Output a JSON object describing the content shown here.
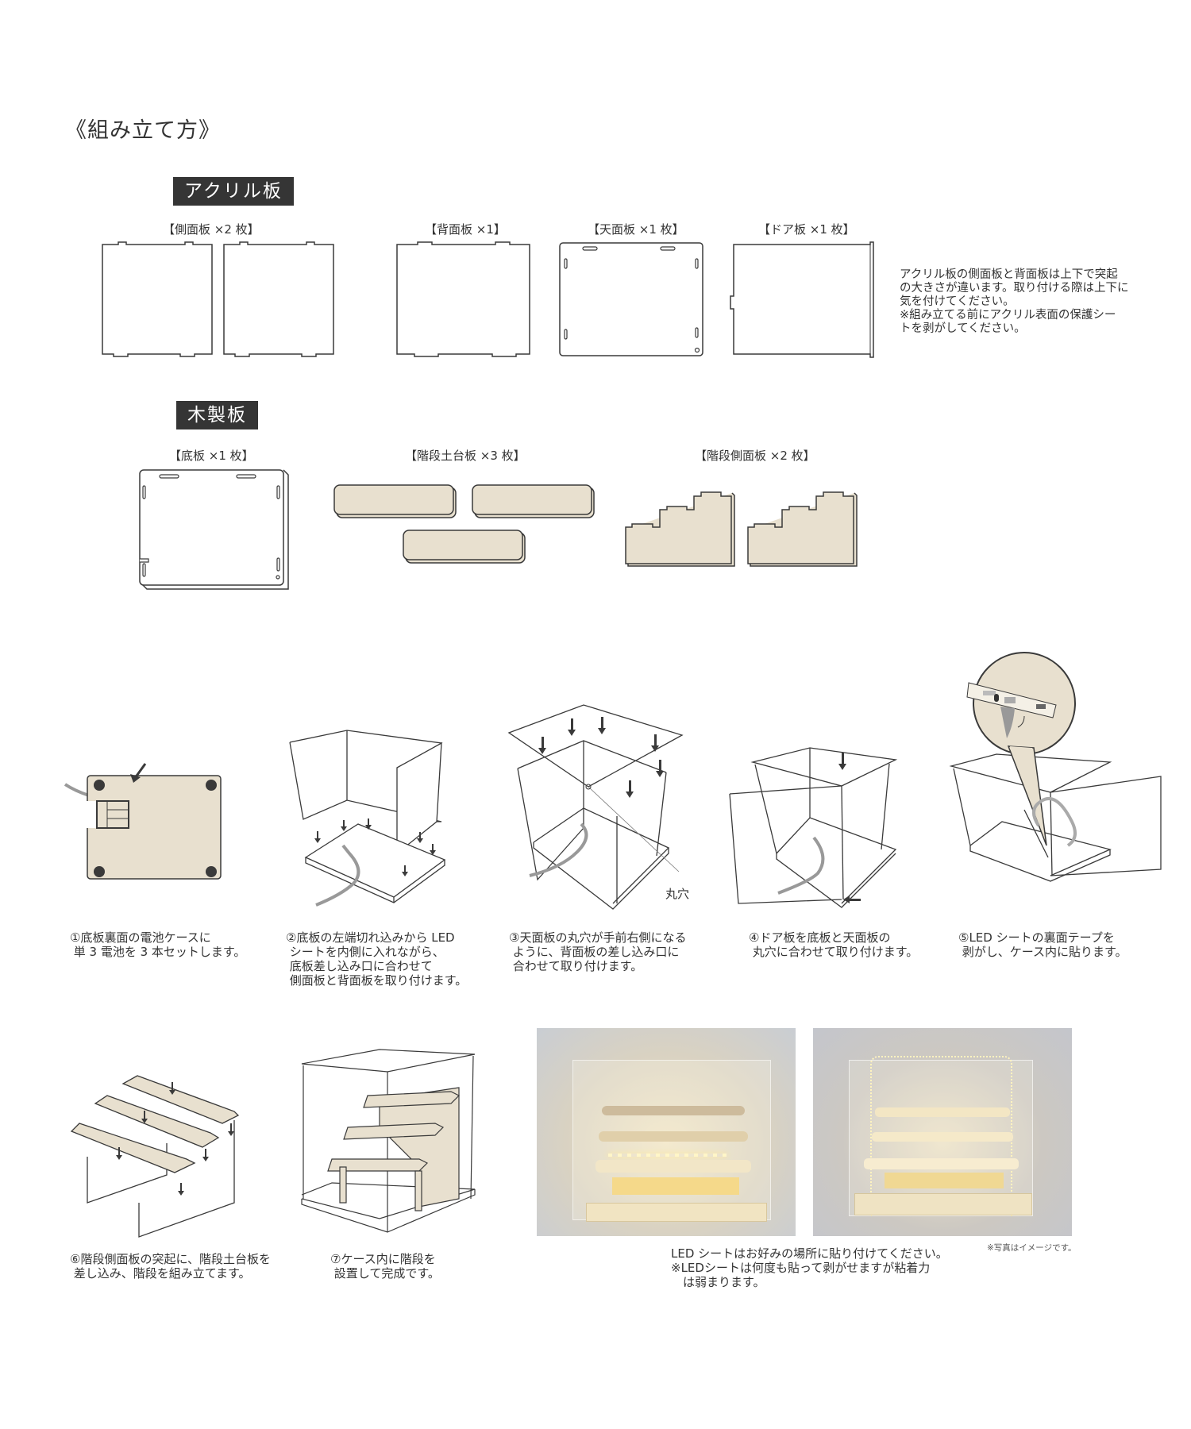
{
  "page": {
    "title": "《組み立て方》"
  },
  "acrylic": {
    "section_label": "アクリル板",
    "parts": [
      {
        "label": "【側面板 ×2 枚】"
      },
      {
        "label": "【背面板 ×1】"
      },
      {
        "label": "【天面板 ×1 枚】"
      },
      {
        "label": "【ドア板 ×1 枚】"
      }
    ],
    "note_lines": [
      "アクリル板の側面板と背面板は上下で突起",
      "の大きさが違います。取り付ける際は上下に",
      "気を付けてください。",
      "※組み立てる前にアクリル表面の保護シー",
      "トを剥がしてください。"
    ]
  },
  "wood": {
    "section_label": "木製板",
    "parts": [
      {
        "label": "【底板 ×1 枚】"
      },
      {
        "label": "【階段土台板 ×3 枚】"
      },
      {
        "label": "【階段側面板 ×2 枚】"
      }
    ]
  },
  "steps": [
    {
      "number": "①",
      "text": "底板裏面の電池ケースに\n 単 3 電池を 3 本セットします。"
    },
    {
      "number": "②",
      "text": "底板の左端切れ込みから LED\n シートを内側に入れながら、\n 底板差し込み口に合わせて\n 側面板と背面板を取り付けます。"
    },
    {
      "number": "③",
      "text": "天面板の丸穴が手前右側になる\n ように、背面板の差し込み口に\n 合わせて取り付けます。",
      "callout": "丸穴"
    },
    {
      "number": "④",
      "text": "ドア板を底板と天面板の\n 丸穴に合わせて取り付けます。"
    },
    {
      "number": "⑤",
      "text": "LED シートの裏面テープを\n 剥がし、ケース内に貼ります。"
    },
    {
      "number": "⑥",
      "text": "階段側面板の突起に、階段土台板を\n 差し込み、階段を組み立てます。"
    },
    {
      "number": "⑦",
      "text": "ケース内に階段を\n 設置して完成です。"
    }
  ],
  "photos": {
    "caption_lines": [
      "LED シートはお好みの場所に貼り付けてください。",
      "※LEDシートは何度も貼って剥がせますが粘着力",
      "　は弱まります。"
    ],
    "image_note": "※写真はイメージです。"
  },
  "colors": {
    "wood_fill": "#e8e0cf",
    "outline": "#3a3a3a",
    "tag_bg": "#353535"
  }
}
